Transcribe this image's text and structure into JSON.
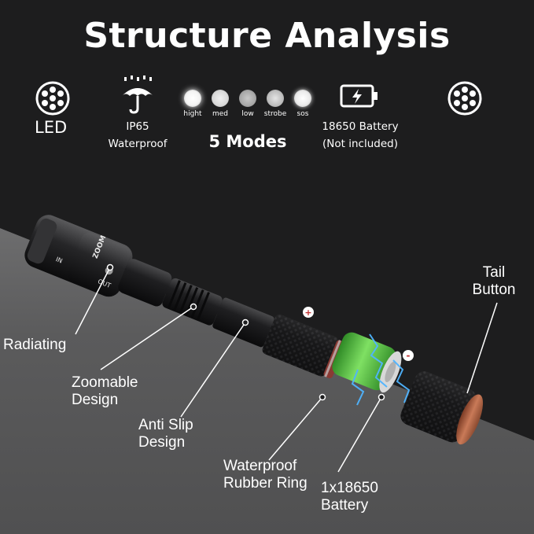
{
  "header": {
    "title": "Structure Analysis"
  },
  "features": {
    "led": {
      "label": "LED"
    },
    "waterproof": {
      "line1": "IP65",
      "line2": "Waterproof"
    },
    "modes": {
      "items": [
        "hight",
        "med",
        "low",
        "strobe",
        "sos"
      ],
      "title": "5 Modes"
    },
    "battery": {
      "line1": "18650 Battery",
      "line2": "(Not included)"
    }
  },
  "callouts": {
    "tail_button": {
      "line1": "Tail",
      "line2": "Button"
    },
    "radiating": {
      "line1": "Radiating"
    },
    "zoomable": {
      "line1": "Zoomable",
      "line2": "Design"
    },
    "anti_slip": {
      "line1": "Anti Slip",
      "line2": "Design"
    },
    "rubber_ring": {
      "line1": "Waterproof",
      "line2": "Rubber Ring"
    },
    "battery": {
      "line1": "1x18650",
      "line2": "Battery"
    }
  },
  "markers": {
    "plus": "+",
    "minus": "-"
  },
  "flashlight_print": {
    "zoom": "ZOOM",
    "in": "IN",
    "out": "OUT"
  },
  "colors": {
    "background": "#1e1e1f",
    "text": "#ffffff",
    "battery": "#5fd04a",
    "tail_cap": "#b86a4a",
    "spark": "#4fb4ff"
  }
}
